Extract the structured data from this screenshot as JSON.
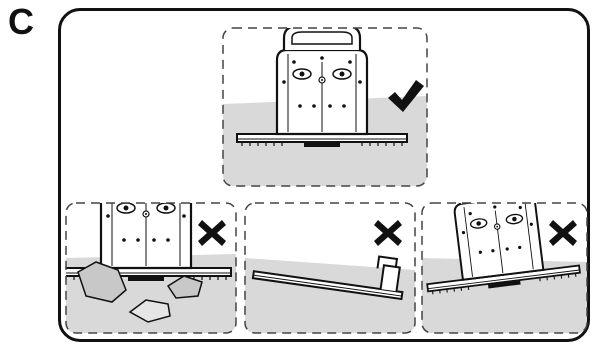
{
  "section": {
    "letter": "C"
  },
  "panels": [
    {
      "id": "correct",
      "verdict": "check-icon"
    },
    {
      "id": "rocks",
      "verdict": "cross-icon"
    },
    {
      "id": "ramp-tilt",
      "verdict": "cross-icon"
    },
    {
      "id": "uneven-ground",
      "verdict": "cross-icon"
    }
  ],
  "colors": {
    "ground": "#d9d9d9",
    "line": "#111111",
    "dash": "#444444"
  }
}
